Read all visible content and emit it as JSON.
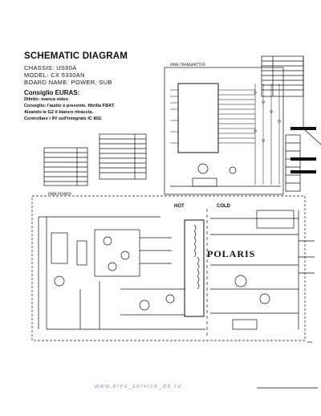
{
  "header": {
    "title": "SCHEMATIC DIAGRAM",
    "chassis": "CHASSIS: US60A",
    "model": "MODEL: CX 5330AN",
    "board": "BOARD NAME: POWER, SUB"
  },
  "euras": {
    "title": "Consiglio EURAS:",
    "line1": "Difetto: manca video",
    "line2": "Consiglio: l'audio è presente, fibrilla FBAT.",
    "line3": "Alzando le G2 il bianco ritraccia.",
    "line4": "Controllare i 9V sull'integrato IC 802."
  },
  "blocks": {
    "transmitter": "PWB-TRANSMITTER",
    "power": "PWB-POWER",
    "hot": "HOT",
    "cold": "COLD"
  },
  "brand": "POLARIS",
  "footer_watermark": "www.eles_service_dd.ru"
}
